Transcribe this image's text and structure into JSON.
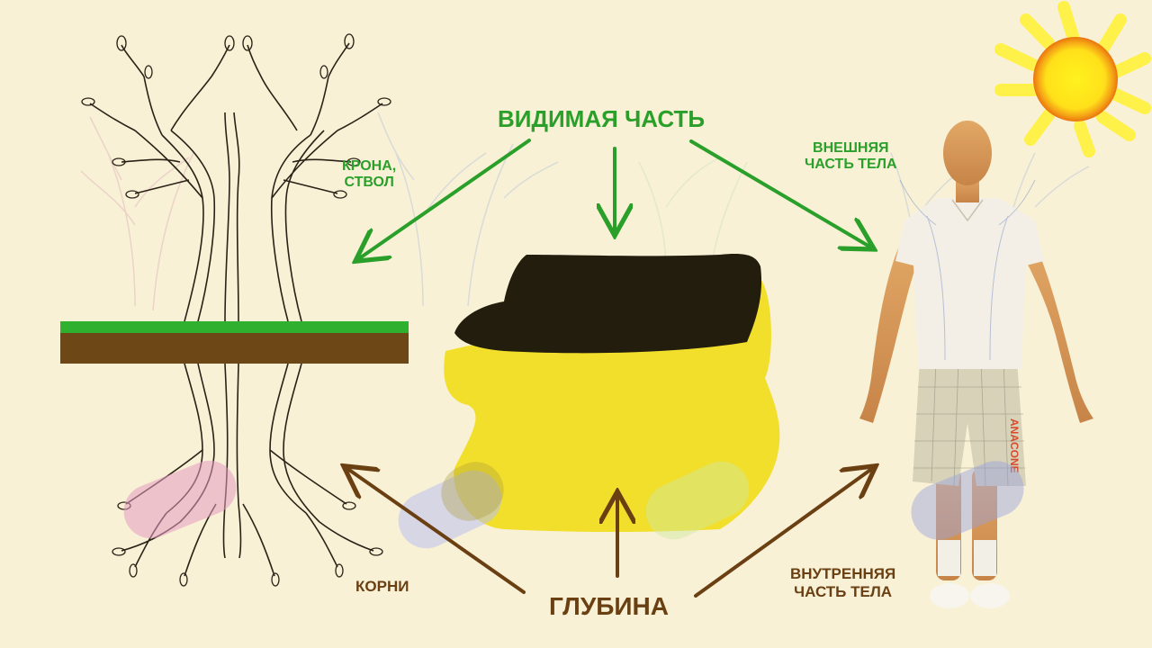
{
  "diagram": {
    "background_color": "#f8f1d6",
    "visible_header": "ВИДИМАЯ ЧАСТЬ",
    "depth_header": "ГЛУБИНА",
    "labels": {
      "crown_trunk_line1": "КРОНА,",
      "crown_trunk_line2": "СТВОЛ",
      "outer_body_line1": "ВНЕШНЯЯ",
      "outer_body_line2": "ЧАСТЬ ТЕЛА",
      "roots": "КОРНИ",
      "inner_body_line1": "ВНУТРЕННЯЯ",
      "inner_body_line2": "ЧАСТЬ ТЕЛА"
    },
    "colors": {
      "visible": "#2aa02a",
      "depth": "#6a3f12",
      "grass": "#2fb02f",
      "soil": "#6e4716",
      "sponge_top": "#231d0e",
      "sponge_body": "#f2df2c",
      "sun_core": "#ffe81a",
      "sun_ring": "#ee7c12",
      "sun_rays": "#fff23a"
    },
    "panels": [
      {
        "name": "tree",
        "visible_part": "crown and trunk",
        "hidden_part": "roots"
      },
      {
        "name": "sponge",
        "visible_part": "dark top layer",
        "hidden_part": "yellow body"
      },
      {
        "name": "person",
        "visible_part": "outer body",
        "hidden_part": "inner body"
      }
    ]
  }
}
